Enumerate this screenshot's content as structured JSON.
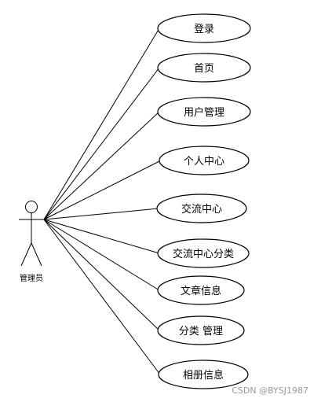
{
  "actor": {
    "name": "管理员"
  },
  "use_cases": [
    {
      "label": "登录"
    },
    {
      "label": "首页"
    },
    {
      "label": "用户管理"
    },
    {
      "label": "个人中心"
    },
    {
      "label": "交流中心"
    },
    {
      "label": "交流中心分类"
    },
    {
      "label": "文章信息"
    },
    {
      "label": "分类 管理"
    },
    {
      "label": "相册信息"
    }
  ],
  "watermark": "CSDN @BYSJ1987"
}
